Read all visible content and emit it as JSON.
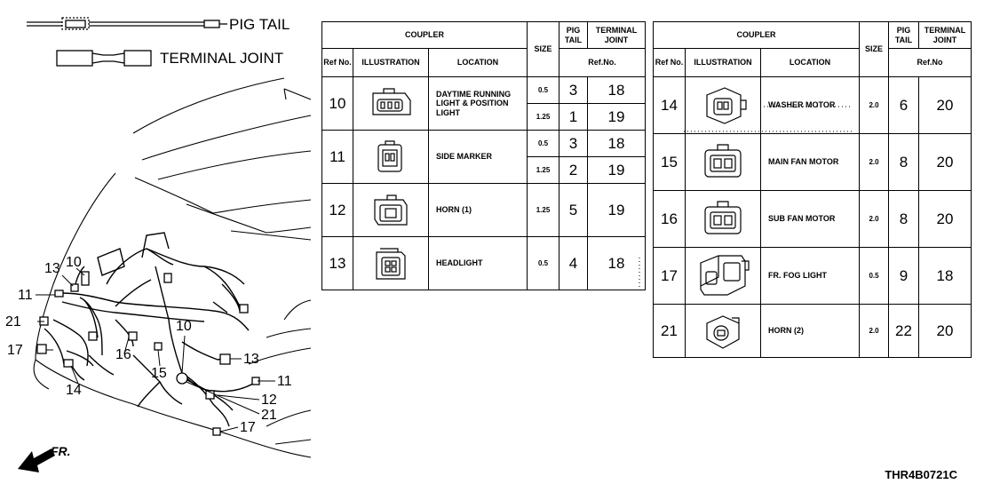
{
  "legend": {
    "pigtail": "PIG TAIL",
    "terminal_joint": "TERMINAL JOINT"
  },
  "headers": {
    "coupler": "COUPLER",
    "ref_no": "Ref No.",
    "illustration": "ILLUSTRATION",
    "location": "LOCATION",
    "size": "SIZE",
    "pig_tail": "PIG TAIL",
    "terminal_joint": "TERMINAL JOINT",
    "refno_left": "Ref.No.",
    "refno_right": "Ref.No"
  },
  "left_table": {
    "rows": [
      {
        "ref": "10",
        "location": "DAYTIME RUNNING LIGHT & POSITION LIGHT",
        "icon": "connector-3pin-icon",
        "subs": [
          {
            "size": "0.5",
            "pig": "3",
            "tj": "18"
          },
          {
            "size": "1.25",
            "pig": "1",
            "tj": "19"
          }
        ]
      },
      {
        "ref": "11",
        "location": "SIDE MARKER",
        "icon": "connector-2pin-icon",
        "subs": [
          {
            "size": "0.5",
            "pig": "3",
            "tj": "18"
          },
          {
            "size": "1.25",
            "pig": "2",
            "tj": "19"
          }
        ]
      },
      {
        "ref": "12",
        "location": "HORN (1)",
        "icon": "connector-round-icon",
        "subs": [
          {
            "size": "1.25",
            "pig": "5",
            "tj": "19"
          }
        ]
      },
      {
        "ref": "13",
        "location": "HEADLIGHT",
        "icon": "connector-headlight-icon",
        "subs": [
          {
            "size": "0.5",
            "pig": "4",
            "tj": "18"
          }
        ]
      }
    ]
  },
  "right_table": {
    "rows": [
      {
        "ref": "14",
        "location": "WASHER MOTOR",
        "size": "2.0",
        "pig": "6",
        "tj": "20",
        "icon": "connector-washer-icon"
      },
      {
        "ref": "15",
        "location": "MAIN FAN MOTOR",
        "size": "2.0",
        "pig": "8",
        "tj": "20",
        "icon": "connector-fan-icon"
      },
      {
        "ref": "16",
        "location": "SUB FAN MOTOR",
        "size": "2.0",
        "pig": "8",
        "tj": "20",
        "icon": "connector-fan-icon"
      },
      {
        "ref": "17",
        "location": "FR. FOG LIGHT",
        "size": "0.5",
        "pig": "9",
        "tj": "18",
        "icon": "connector-fog-icon"
      },
      {
        "ref": "21",
        "location": "HORN (2)",
        "size": "2.0",
        "pig": "22",
        "tj": "20",
        "icon": "connector-horn-icon"
      }
    ]
  },
  "callouts": {
    "c13a": "13",
    "c10a": "10",
    "c11a": "11",
    "c21a": "21",
    "c17a": "17",
    "c14": "14",
    "c16": "16",
    "c15": "15",
    "c10b": "10",
    "c13b": "13",
    "c11b": "11",
    "c12": "12",
    "c21b": "21",
    "c17b": "17"
  },
  "direction": "FR.",
  "diagram_code": "THR4B0721C"
}
